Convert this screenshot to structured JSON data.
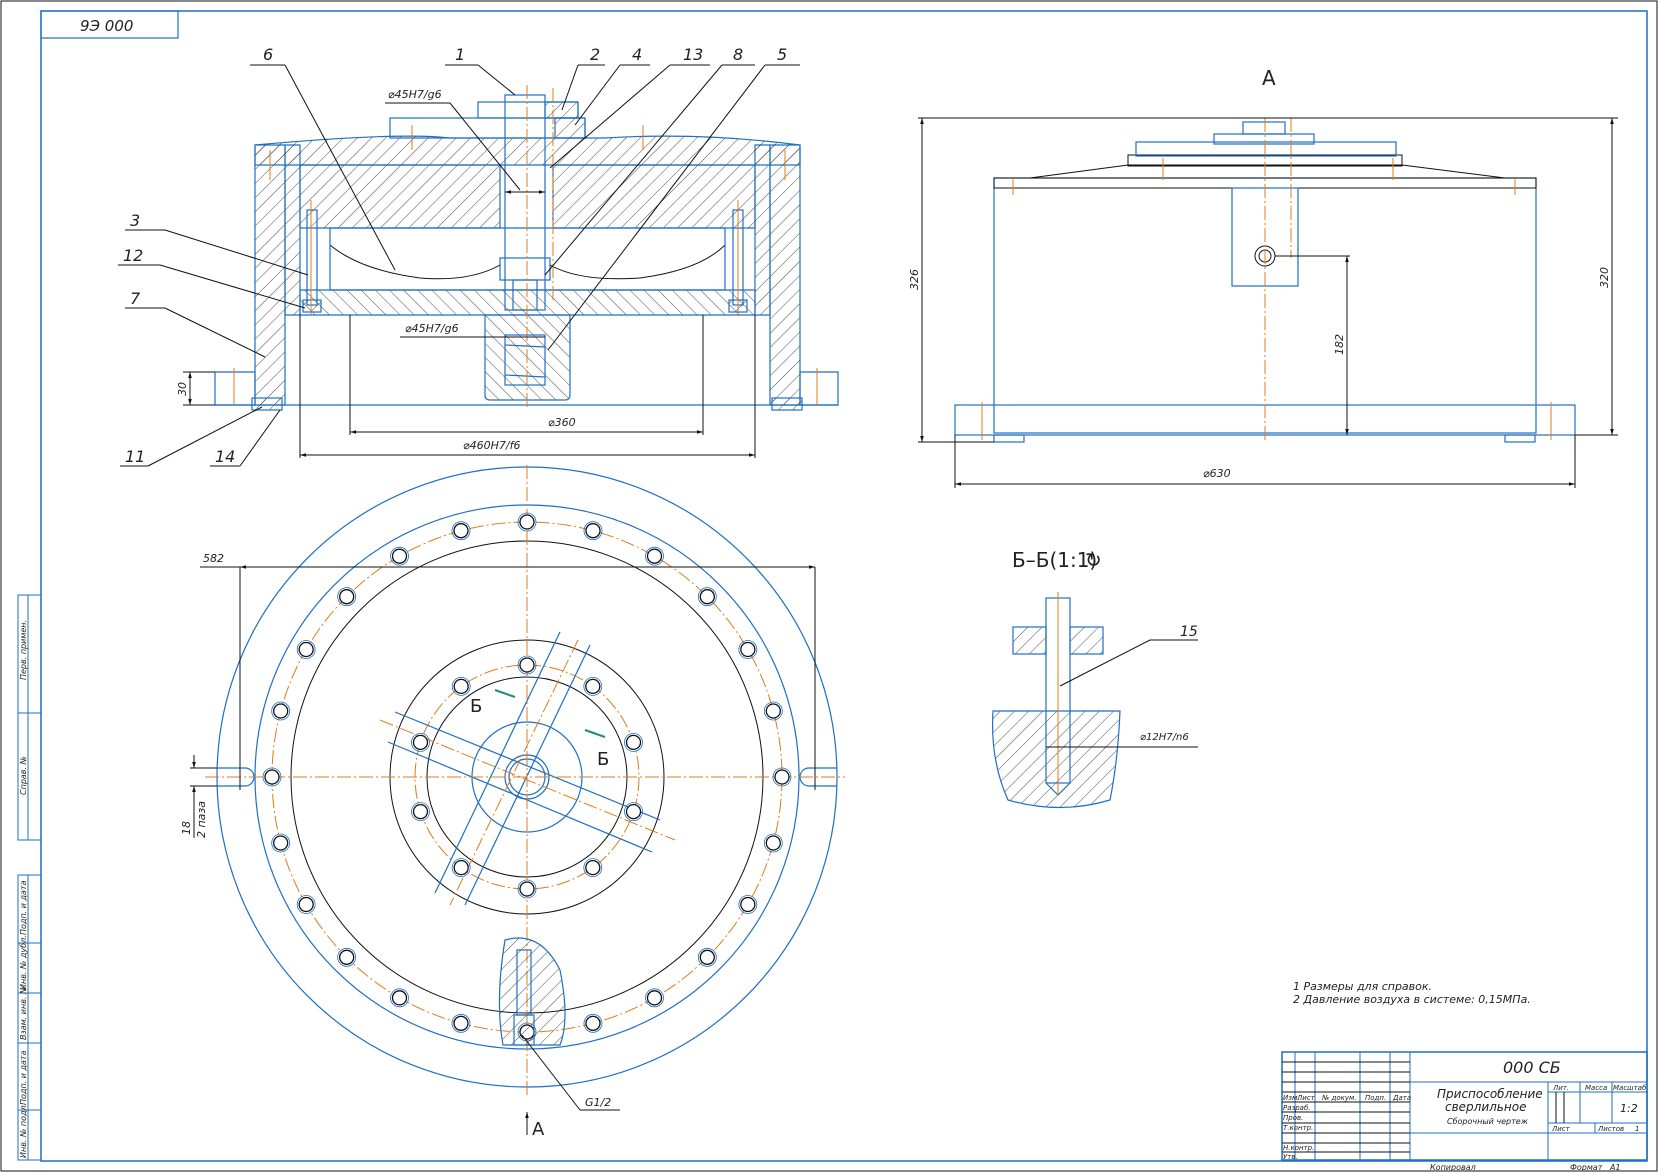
{
  "drawing": {
    "code_stamp": "9Э 000",
    "designation": "000 СБ",
    "title_line1": "Приспособление",
    "title_line2": "сверлильное",
    "doc_type": "Сборочный чертеж",
    "scale": "1:2",
    "sheet_label": "Лист",
    "sheets_label": "Листов",
    "sheets_value": "1",
    "lit_label": "Лит.",
    "mass_label": "Масса",
    "scale_label": "Масштаб",
    "copied_label": "Копировал",
    "format_label": "Формат",
    "format_value": "А1"
  },
  "title_block_rows": {
    "headers": [
      "Изм.",
      "Лист",
      "№ докум.",
      "Подп.",
      "Дата"
    ],
    "roles": [
      "Разраб.",
      "Пров.",
      "Т.контр.",
      "",
      "Н.контр.",
      "Утв."
    ]
  },
  "side_stamps": [
    "Перв. примен.",
    "Справ. №",
    "Подп. и дата",
    "Инв. № дубл.",
    "Взам. инв. №",
    "Подп. и дата",
    "Инв. № подл."
  ],
  "notes": [
    "1 Размеры для справок.",
    "2  Давление воздуха в системе: 0,15МПа."
  ],
  "section_view": {
    "leaders_top": [
      "6",
      "1",
      "2",
      "4",
      "13",
      "8",
      "5"
    ],
    "leaders_left": [
      "3",
      "12",
      "7"
    ],
    "leaders_bottom": [
      "11",
      "14"
    ],
    "fit_top": "⌀45H7/g6",
    "fit_mid": "⌀45H7/g6",
    "dim_30": "30",
    "dim_d360": "⌀360",
    "dim_d460": "⌀460H7/f6"
  },
  "view_a": {
    "label": "А",
    "dim_326": "326",
    "dim_320": "320",
    "dim_182": "182",
    "dim_d630": "⌀630"
  },
  "plan_view": {
    "dim_582": "582",
    "dim_18": "18",
    "slot_note": "2 паза",
    "section_mark": "Б",
    "thread": "G1/2",
    "view_arrow": "А"
  },
  "section_bb": {
    "title": "Б–Б(1:1)",
    "rotation_symbol": "↻",
    "leader": "15",
    "fit": "⌀12H7/n6"
  },
  "colors": {
    "contour": "#1f6fc4",
    "axis": "#e07b1a",
    "line": "#111111"
  }
}
